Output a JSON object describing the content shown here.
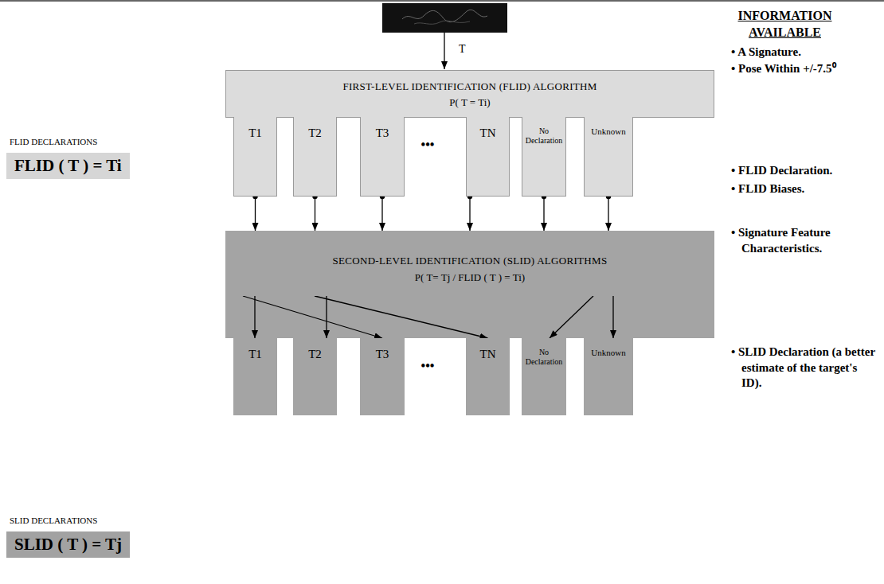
{
  "diagram": {
    "nodes": [
      {
        "text": [
          "FIRST-LEVEL IDENTIFICATION (FLID) ALGORITHM",
          "P( T = Ti)"
        ]
      },
      {
        "text": [
          "T1"
        ]
      },
      {
        "text": [
          "T2"
        ]
      },
      {
        "text": [
          "T3"
        ]
      },
      {
        "text": [
          "TN"
        ]
      },
      {
        "text": [
          "No Declaration"
        ]
      },
      {
        "text": [
          "Unknown"
        ]
      },
      {
        "text": [
          "FLID DECLARATIONS",
          "FLID ( T ) = Ti"
        ]
      },
      {
        "text": [
          "SECOND-LEVEL IDENTIFICATION (SLID) ALGORITHMS",
          "P( T= Tj / FLID ( T ) = Ti)"
        ]
      },
      {
        "text": [
          "T1"
        ]
      },
      {
        "text": [
          "T2"
        ]
      },
      {
        "text": [
          "T3"
        ]
      },
      {
        "text": [
          "TN"
        ]
      },
      {
        "text": [
          "No Declaration"
        ]
      },
      {
        "text": [
          "Unknown"
        ]
      },
      {
        "text": [
          "SLID DECLARATIONS",
          "SLID ( T ) = Tj"
        ]
      }
    ],
    "edges": [
      {
        "from": 1,
        "to": 8,
        "arrow": "to"
      },
      {
        "from": 2,
        "to": 8,
        "arrow": "to"
      },
      {
        "from": 3,
        "to": 8,
        "arrow": "to"
      },
      {
        "from": 4,
        "to": 8,
        "arrow": "to"
      },
      {
        "from": 5,
        "to": 8,
        "arrow": "to"
      },
      {
        "from": 6,
        "to": 8,
        "arrow": "to"
      },
      {
        "from": 8,
        "to": 9,
        "arrow": "to"
      },
      {
        "from": 8,
        "to": 10,
        "arrow": "to"
      },
      {
        "from": 8,
        "to": 11,
        "arrow": "to"
      },
      {
        "from": 8,
        "to": 12,
        "arrow": "to"
      },
      {
        "from": 8,
        "to": 13,
        "arrow": "to"
      },
      {
        "from": 8,
        "to": 14,
        "arrow": "to"
      }
    ],
    "labels": [
      "INFORMATION AVAILABLE",
      "• A Signature.",
      "• Pose Within +/-7.5⁰",
      "T",
      "•••",
      "• FLID Declaration.",
      "• FLID Biases.",
      "• Signature Feature Characteristics.",
      "•••",
      "• SLID Declaration (a better estimate of the target's ID)."
    ]
  }
}
